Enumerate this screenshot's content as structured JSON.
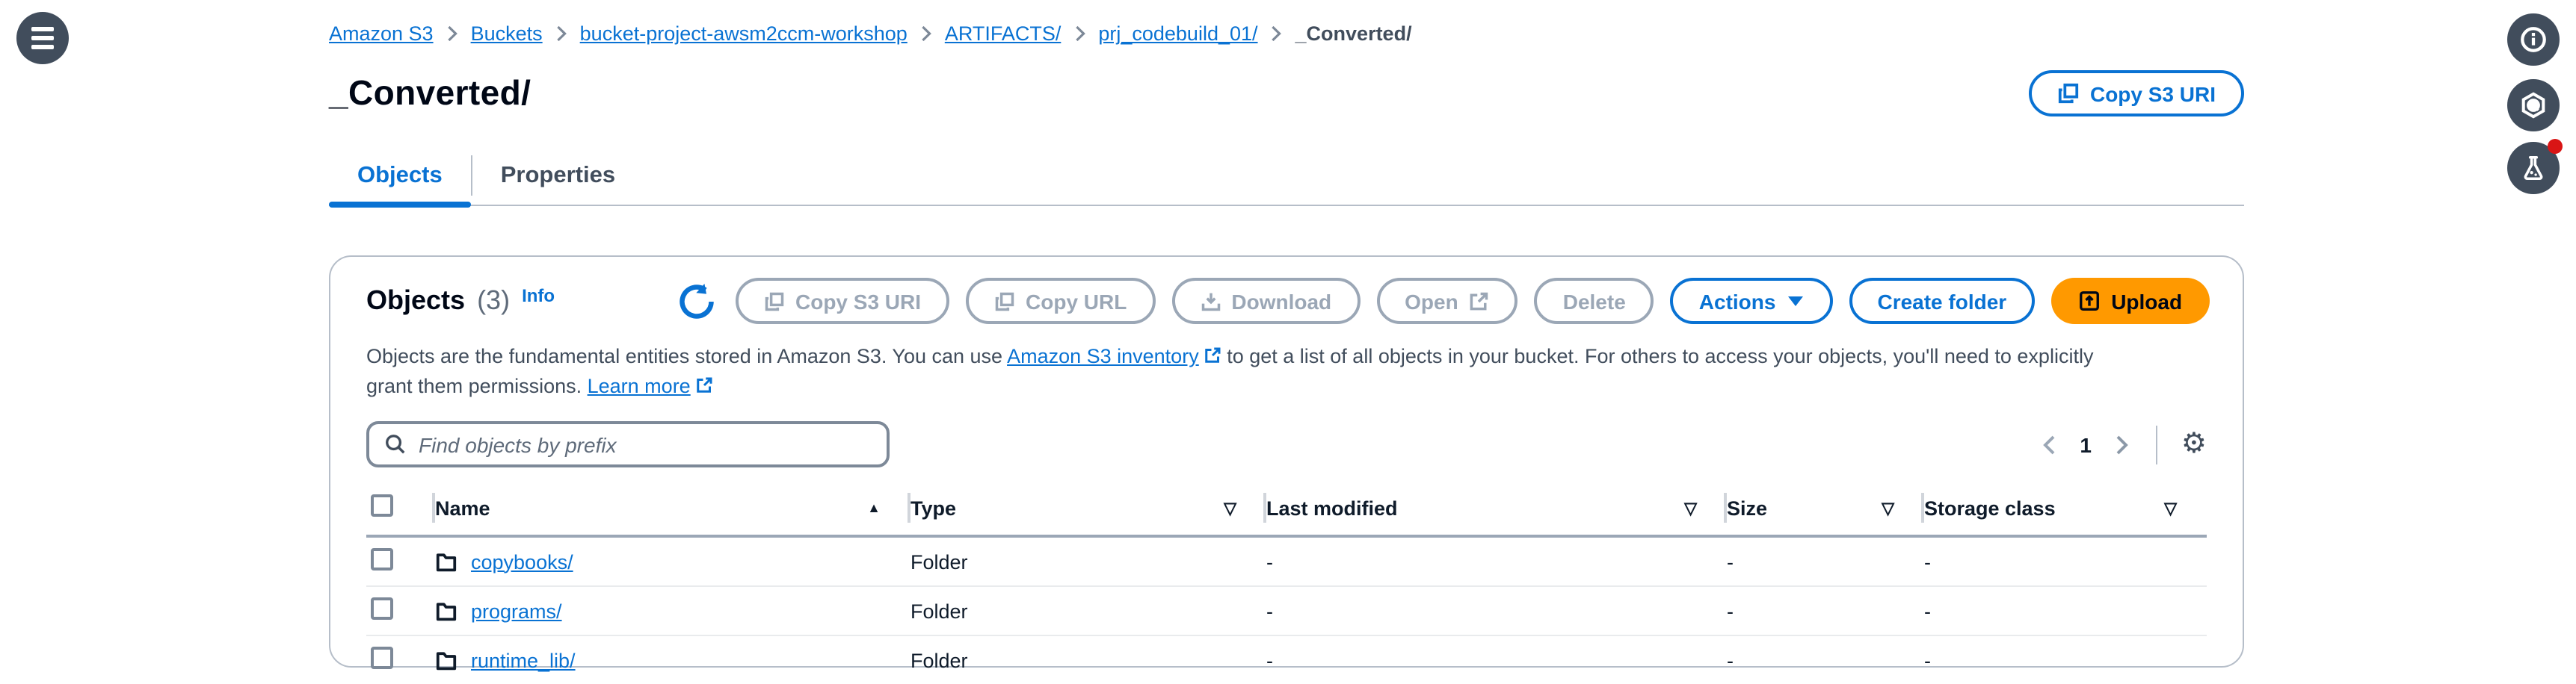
{
  "breadcrumb": {
    "items": [
      {
        "label": "Amazon S3"
      },
      {
        "label": "Buckets"
      },
      {
        "label": "bucket-project-awsm2ccm-workshop"
      },
      {
        "label": "ARTIFACTS/"
      },
      {
        "label": "prj_codebuild_01/"
      },
      {
        "label": "_Converted/"
      }
    ]
  },
  "page": {
    "title": "_Converted/",
    "copy_s3_uri_button": "Copy S3 URI"
  },
  "tabs": {
    "objects": "Objects",
    "properties": "Properties"
  },
  "panel": {
    "title": "Objects",
    "count": "(3)",
    "info": "Info",
    "toolbar": {
      "copy_s3_uri": "Copy S3 URI",
      "copy_url": "Copy URL",
      "download": "Download",
      "open": "Open",
      "delete": "Delete",
      "actions": "Actions",
      "create_folder": "Create folder",
      "upload": "Upload"
    },
    "description": {
      "line1_pre": "Objects are the fundamental entities stored in Amazon S3. You can use ",
      "inventory_link": "Amazon S3 inventory",
      "line1_post": " to get a list of all objects in your bucket. For others to access your objects, you'll need to explicitly",
      "line2_pre": "grant them permissions. ",
      "learn_more_link": "Learn more"
    },
    "search_placeholder": "Find objects by prefix",
    "pagination": {
      "page": "1"
    },
    "table": {
      "headers": {
        "name": "Name",
        "type": "Type",
        "last_modified": "Last modified",
        "size": "Size",
        "storage_class": "Storage class"
      },
      "rows": [
        {
          "name": "copybooks/",
          "type": "Folder",
          "last_modified": "-",
          "size": "-",
          "storage_class": "-"
        },
        {
          "name": "programs/",
          "type": "Folder",
          "last_modified": "-",
          "size": "-",
          "storage_class": "-"
        },
        {
          "name": "runtime_lib/",
          "type": "Folder",
          "last_modified": "-",
          "size": "-",
          "storage_class": "-"
        }
      ]
    }
  },
  "colors": {
    "accent_blue": "#0972d3",
    "upload_orange": "#ff9900",
    "text_dark": "#000716",
    "text_secondary": "#414d5c",
    "disabled_gray": "#9ba7b6",
    "border_gray": "#b6bec9",
    "rail_slate": "#414d5c",
    "notification_red": "#d91515"
  }
}
